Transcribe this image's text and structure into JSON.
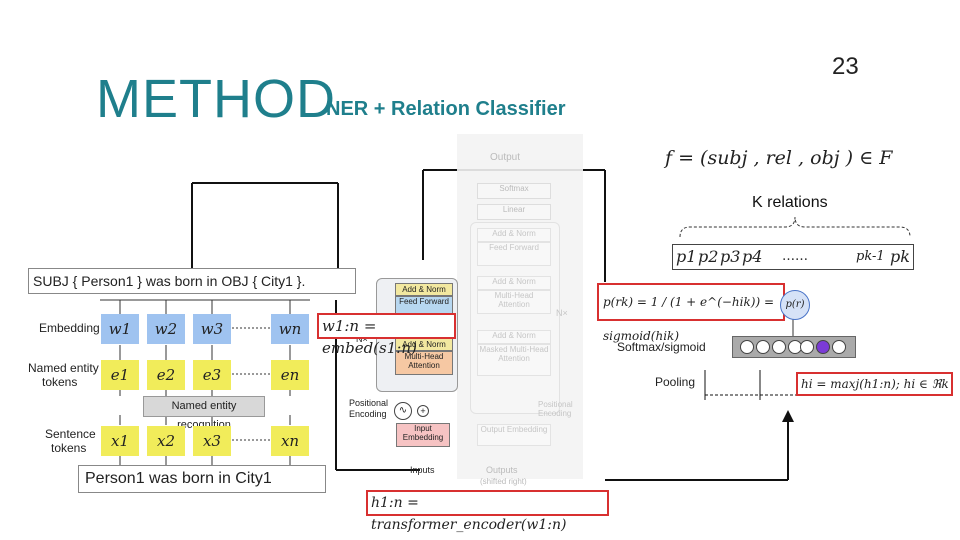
{
  "slide": {
    "title": "METHOD",
    "subtitle": "NER + Relation Classifier",
    "page_number": "23"
  },
  "left_diagram": {
    "input_sentence_marked": "SUBJ { Person1 } was born in OBJ { City1 }.",
    "row_labels": {
      "embedding": "Embedding",
      "named_entity_tokens_line1": "Named entity",
      "named_entity_tokens_line2": "tokens",
      "sentence_tokens_line1": "Sentence",
      "sentence_tokens_line2": "tokens"
    },
    "w_tokens": [
      "w1",
      "w2",
      "w3",
      "wn"
    ],
    "e_tokens": [
      "e1",
      "e2",
      "e3",
      "en"
    ],
    "x_tokens": [
      "x1",
      "x2",
      "x3",
      "xn"
    ],
    "ner_box_label": "Named entity recognition",
    "input_sentence_plain": "Person1 was born in City1"
  },
  "transformer": {
    "encoder_blocks": [
      "Add & Norm",
      "Feed Forward",
      "Add & Norm",
      "Multi-Head Attention"
    ],
    "encoder_repeat": "N×",
    "positional_encoding_line1": "Positional",
    "positional_encoding_line2": "Encoding",
    "input_embedding_line1": "Input",
    "input_embedding_line2": "Embedding",
    "inputs_label": "Inputs",
    "faded_labels": [
      "Output",
      "Softmax",
      "Linear",
      "Add & Norm",
      "Feed Forward",
      "Add & Norm",
      "Multi-Head Attention",
      "Add & Norm",
      "Masked Multi-Head Attention",
      "Positional Encoding",
      "Output Embedding",
      "Outputs",
      "(shifted right)",
      "N×"
    ],
    "embed_formula": "w1:n = embed(s1:n)",
    "encoder_formula": "h1:n = transformer_encoder(w1:n)"
  },
  "right_diagram": {
    "relation_formula": "f = (subj , rel , obj ) ∈ F",
    "k_relations": "K relations",
    "relation_cells": [
      "p1",
      "p2",
      "p3",
      "p4",
      "……",
      "pk-1",
      "pk"
    ],
    "prob_formula": "p(rk) = 1 / (1 + e^(−hik)) = sigmoid(hik)",
    "pr_node": "p(r)",
    "softmax_label": "Softmax/sigmoid",
    "pooling_label": "Pooling",
    "pooling_formula": "hi = maxj(h1:n); hi ∈ ℜk"
  }
}
